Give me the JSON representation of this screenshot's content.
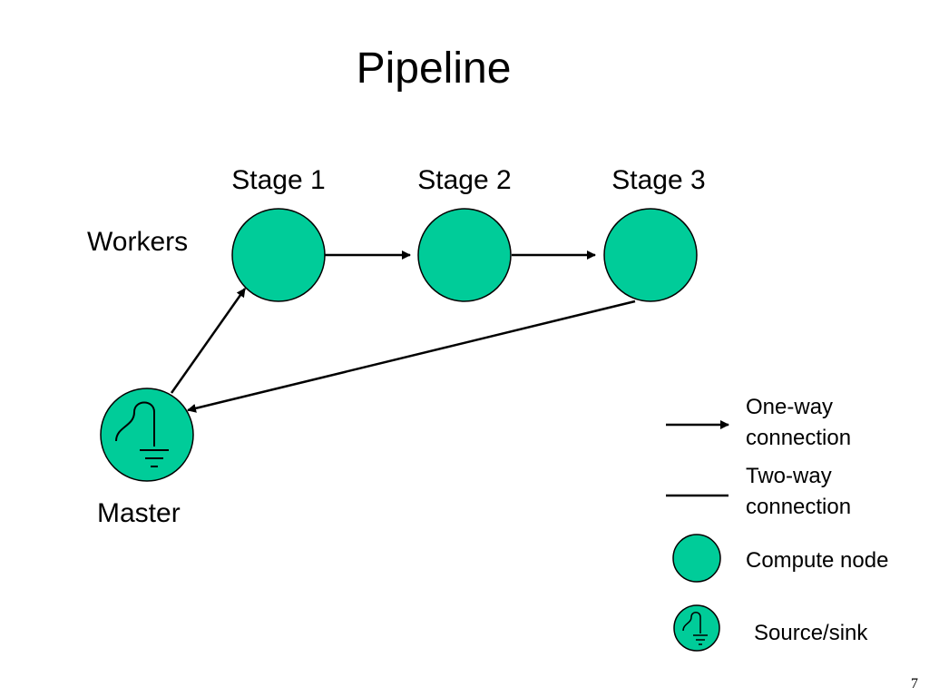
{
  "title": "Pipeline",
  "stages": [
    {
      "label": "Stage 1"
    },
    {
      "label": "Stage 2"
    },
    {
      "label": "Stage 3"
    }
  ],
  "workers_label": "Workers",
  "master_label": "Master",
  "legend": {
    "one_way": "One-way\nconnection",
    "two_way": "Two-way\nconnection",
    "compute_node": "Compute node",
    "source_sink": "Source/sink"
  },
  "page_number": "7",
  "colors": {
    "node_fill": "#00CC99",
    "stroke": "#000000"
  }
}
